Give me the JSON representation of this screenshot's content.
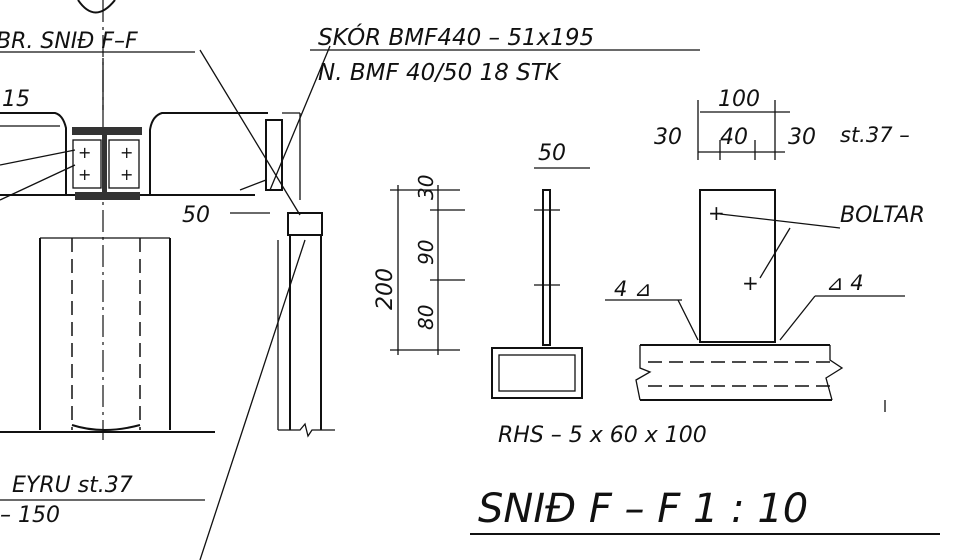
{
  "labels": {
    "section_ref": "BR. SNIÐ  F–F",
    "dim_15": "15",
    "anchor_1": "SKÓR  BMF440 – 51x195",
    "anchor_2": "N.  BMF  40/50  18 STK",
    "dim_50_left": "50",
    "dim_100": "100",
    "dim_30_left": "30",
    "dim_40": "40",
    "dim_30_right": "30",
    "steel_grade_top": "st.37 –",
    "dim_50_flange": "50",
    "boltar": "BOLTAR",
    "dim_200": "200",
    "dim_30_v": "30",
    "dim_90_v": "90",
    "dim_80_v": "80",
    "weld_left": "4 ⊿",
    "weld_right": "⊿ 4",
    "rhs": "RHS – 5 x 60 x 100",
    "eyru": "EYRU  st.37",
    "dim_150": "– 150",
    "title": "SNIÐ  F – F  1 : 10"
  }
}
